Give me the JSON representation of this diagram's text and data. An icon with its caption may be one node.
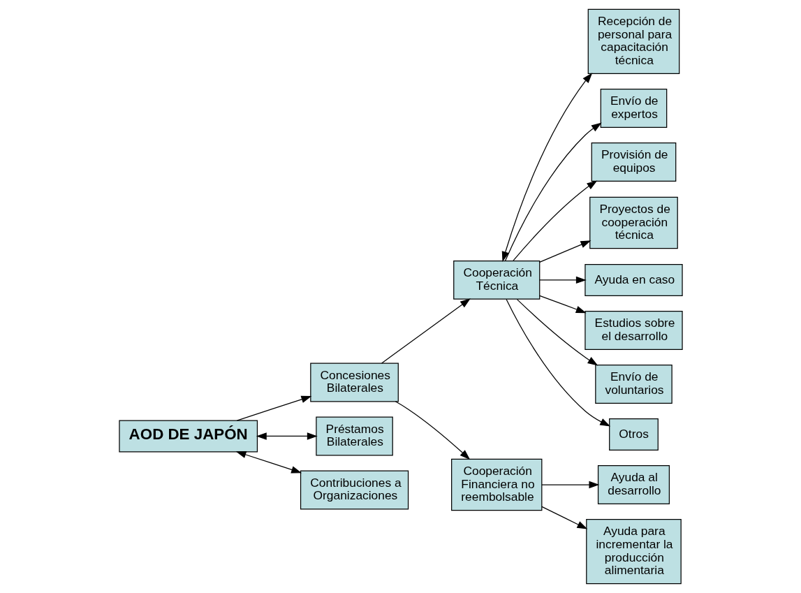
{
  "diagram": {
    "nodes": [
      {
        "text": [
          "AOD DE JAPÓN"
        ]
      },
      {
        "text": [
          "Concesiones Bilaterales"
        ]
      },
      {
        "text": [
          "Recepción de personal para capacitación técnica"
        ]
      },
      {
        "text": [
          "Envío de expertos"
        ]
      },
      {
        "text": [
          "Provisión de equipos"
        ]
      },
      {
        "text": [
          "Cooperación Técnica"
        ]
      },
      {
        "text": [
          "Proyectos de cooperación técnica"
        ]
      },
      {
        "text": [
          "Préstamos Bilaterales"
        ]
      },
      {
        "text": [
          "Ayuda en caso"
        ]
      },
      {
        "text": [
          "Estudios sobre el desarrollo"
        ]
      },
      {
        "text": [
          "Contribuciones a Organizaciones"
        ]
      },
      {
        "text": [
          "Envío de voluntarios"
        ]
      },
      {
        "text": [
          "Otros"
        ]
      },
      {
        "text": [
          "Ayuda al desarrollo"
        ]
      },
      {
        "text": [
          "Cooperación Financiera no reembolsable"
        ]
      },
      {
        "text": [
          "Ayuda para incrementar la producción alimentaria"
        ]
      }
    ],
    "edges": [
      {
        "from": 0,
        "to": 1,
        "arrow": "to"
      },
      {
        "from": 0,
        "to": 7,
        "arrow": "both"
      },
      {
        "from": 0,
        "to": 10,
        "arrow": "both"
      },
      {
        "from": 1,
        "to": 5,
        "arrow": "to"
      },
      {
        "from": 1,
        "to": 14,
        "arrow": "to"
      },
      {
        "from": 5,
        "to": 2,
        "arrow": "both"
      },
      {
        "from": 5,
        "to": 3,
        "arrow": "to"
      },
      {
        "from": 5,
        "to": 4,
        "arrow": "to"
      },
      {
        "from": 5,
        "to": 6,
        "arrow": "to"
      },
      {
        "from": 5,
        "to": 9,
        "arrow": "to"
      },
      {
        "from": 5,
        "to": 12,
        "arrow": "to"
      },
      {
        "from": 5,
        "to": 11,
        "arrow": "to"
      },
      {
        "from": 5,
        "to": 8,
        "arrow": "to"
      },
      {
        "from": 14,
        "to": 13,
        "arrow": "to"
      },
      {
        "from": 14,
        "to": 15,
        "arrow": "to"
      }
    ]
  }
}
